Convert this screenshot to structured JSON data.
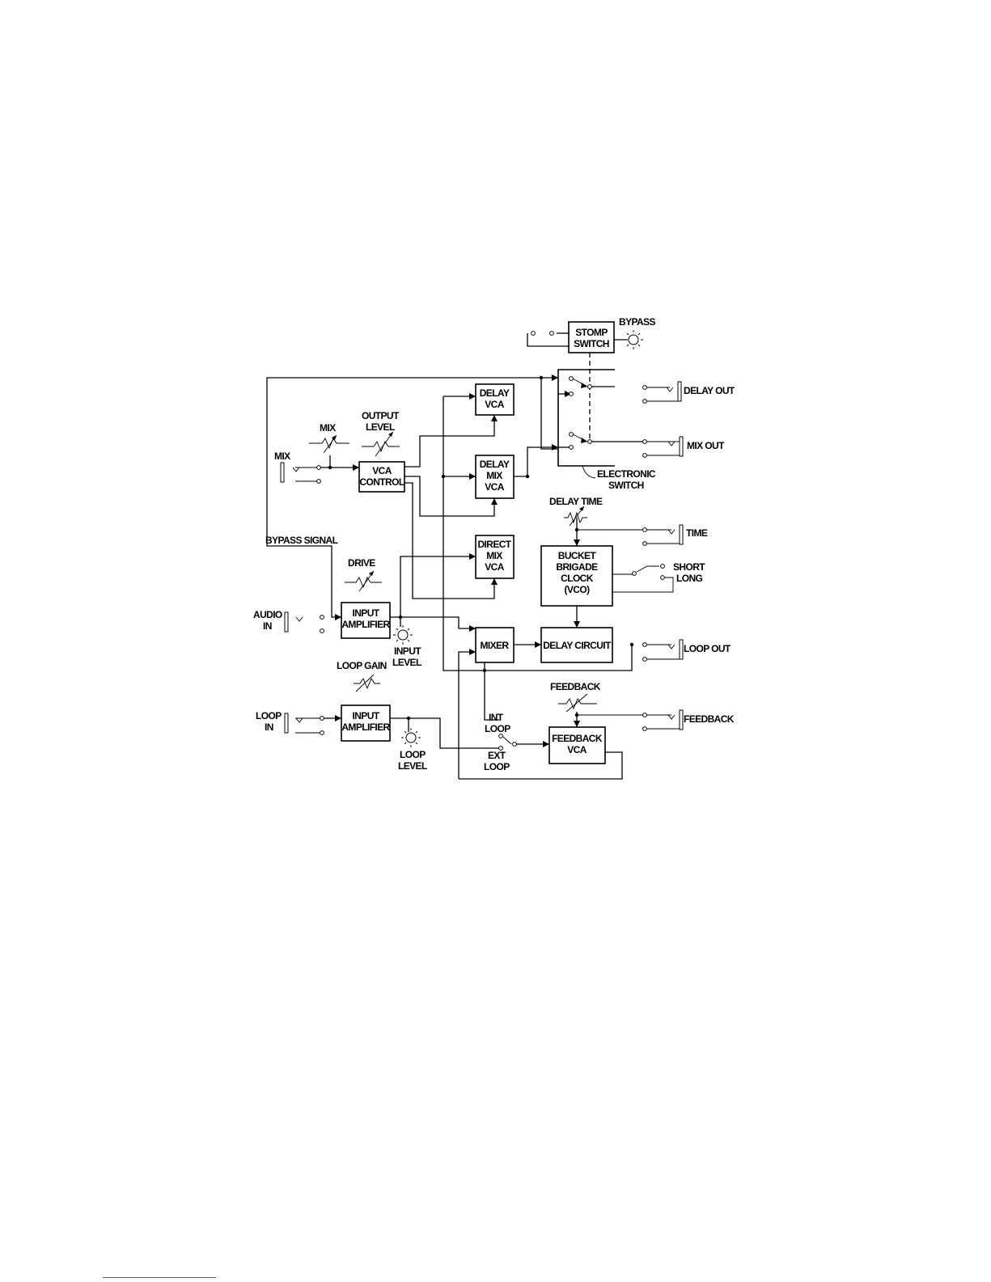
{
  "blocks": {
    "stomp_switch": [
      "STOMP",
      "SWITCH"
    ],
    "delay_vca": [
      "DELAY",
      "VCA"
    ],
    "delay_mix_vca": [
      "DELAY",
      "MIX",
      "VCA"
    ],
    "vca_control": [
      "VCA",
      "CONTROL"
    ],
    "direct_mix_vca": [
      "DIRECT",
      "MIX",
      "VCA"
    ],
    "bucket_brigade_clock": [
      "BUCKET",
      "BRIGADE",
      "CLOCK",
      "(VCO)"
    ],
    "input_amplifier_audio": [
      "INPUT",
      "AMPLIFIER"
    ],
    "mixer": [
      "MIXER"
    ],
    "delay_circuit": [
      "DELAY CIRCUIT"
    ],
    "input_amplifier_loop": [
      "INPUT",
      "AMPLIFIER"
    ],
    "feedback_vca": [
      "FEEDBACK",
      "VCA"
    ]
  },
  "labels": {
    "bypass": "BYPASS",
    "delay_out": "DELAY OUT",
    "mix_out": "MIX OUT",
    "electronic_switch": [
      "ELECTRONIC",
      "SWITCH"
    ],
    "output_level": [
      "OUTPUT",
      "LEVEL"
    ],
    "mix_knob": "MIX",
    "mix_jack": "MIX",
    "delay_time": "DELAY TIME",
    "time": "TIME",
    "bypass_signal": "BYPASS SIGNAL",
    "drive": "DRIVE",
    "short": "SHORT",
    "long": "LONG",
    "audio_in": [
      "AUDIO",
      "IN"
    ],
    "input_level": [
      "INPUT",
      "LEVEL"
    ],
    "loop_out": "LOOP OUT",
    "loop_gain": "LOOP GAIN",
    "feedback_knob": "FEEDBACK",
    "loop_in": [
      "LOOP",
      "IN"
    ],
    "feedback_jack": "FEEDBACK",
    "int_loop": [
      "INT",
      "LOOP"
    ],
    "ext_loop": [
      "EXT",
      "LOOP"
    ],
    "loop_level": [
      "LOOP",
      "LEVEL"
    ]
  }
}
